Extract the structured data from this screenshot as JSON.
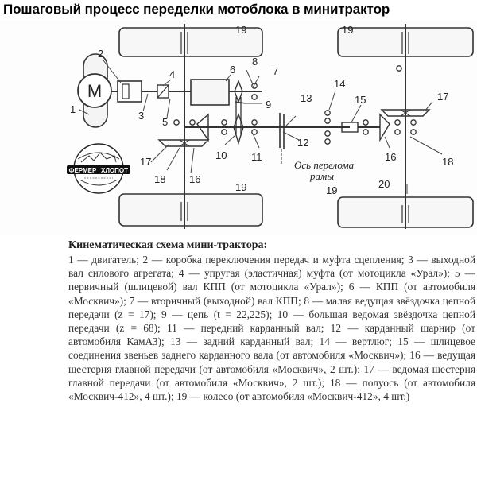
{
  "page_title": "Пошаговый процесс переделки мотоблока в минитрактор",
  "diagram": {
    "motor_letter": "M",
    "axis_label_line1": "Ось перелома",
    "axis_label_line2": "рамы",
    "part_labels": {
      "n1": "1",
      "n2": "2",
      "n3": "3",
      "n4": "4",
      "n5": "5",
      "n6": "6",
      "n7": "7",
      "n8": "8",
      "n9": "9",
      "n10": "10",
      "n11": "11",
      "n12": "12",
      "n13": "13",
      "n14": "14",
      "n15": "15",
      "n16a": "16",
      "n16b": "16",
      "n17a": "17",
      "n17b": "17",
      "n18a": "18",
      "n18b": "18",
      "n20": "20"
    },
    "wheel_labels": [
      "19",
      "19",
      "19",
      "19"
    ]
  },
  "logo": {
    "left_word": "ФЕРМЕР",
    "right_word": "ХЛОПОТ"
  },
  "caption": {
    "title": "Кинематическая схема мини-трактора:",
    "body": "1 — двигатель; 2 — коробка переключения передач и муфта сцепления; 3 — выходной вал силового агрегата; 4 — упругая (эластичная) муфта (от мотоцикла «Урал»); 5 — первичный (шлицевой) вал КПП (от мотоцикла «Урал»); 6 — КПП (от автомобиля «Москвич»); 7 — вторичный (выходной) вал КПП; 8 — малая ведущая звёздочка цепной передачи (z = 17); 9 — цепь (t = 22,225); 10 — большая ведомая звёздочка цепной передачи (z = 68); 11 — передний карданный вал; 12 — карданный шарнир (от автомобиля КамАЗ); 13 — задний карданный вал; 14 — вертлюг; 15 — шлицевое соединения звеньев заднего карданного вала (от автомобиля «Москвич»); 16 — ведущая шестерня главной передачи (от автомобиля «Москвич», 2 шт.); 17 — ведомая шестерня главной передачи (от автомобиля «Москвич», 2 шт.); 18 — полуось (от автомобиля «Москвич-412», 4 шт.); 19 — колесо (от автомобиля «Москвич-412», 4 шт.)"
  }
}
